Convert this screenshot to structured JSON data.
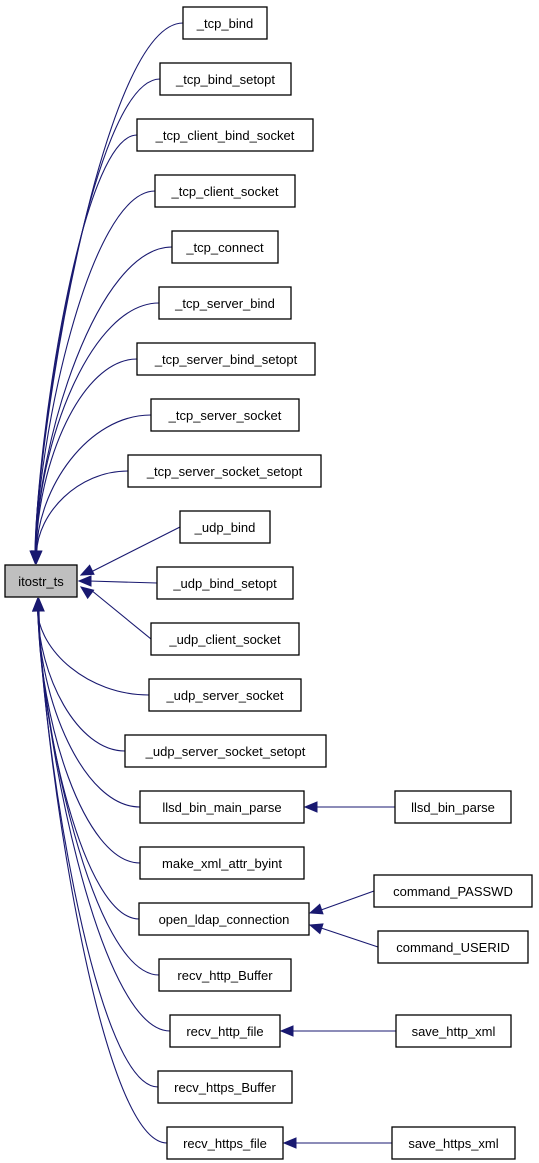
{
  "colors": {
    "edge": "#191970",
    "root_fill": "#bfbfbf",
    "node_fill": "#ffffff",
    "node_border": "#000000"
  },
  "graph": {
    "root": "itostr_ts",
    "callers": [
      "_tcp_bind",
      "_tcp_bind_setopt",
      "_tcp_client_bind_socket",
      "_tcp_client_socket",
      "_tcp_connect",
      "_tcp_server_bind",
      "_tcp_server_bind_setopt",
      "_tcp_server_socket",
      "_tcp_server_socket_setopt",
      "_udp_bind",
      "_udp_bind_setopt",
      "_udp_client_socket",
      "_udp_server_socket",
      "_udp_server_socket_setopt",
      "llsd_bin_main_parse",
      "make_xml_attr_byint",
      "open_ldap_connection",
      "recv_http_Buffer",
      "recv_http_file",
      "recv_https_Buffer",
      "recv_https_file"
    ],
    "second_level": [
      {
        "name": "llsd_bin_parse",
        "calls": "llsd_bin_main_parse"
      },
      {
        "name": "command_PASSWD",
        "calls": "open_ldap_connection"
      },
      {
        "name": "command_USERID",
        "calls": "open_ldap_connection"
      },
      {
        "name": "save_http_xml",
        "calls": "recv_http_file"
      },
      {
        "name": "save_https_xml",
        "calls": "recv_https_file"
      }
    ]
  }
}
